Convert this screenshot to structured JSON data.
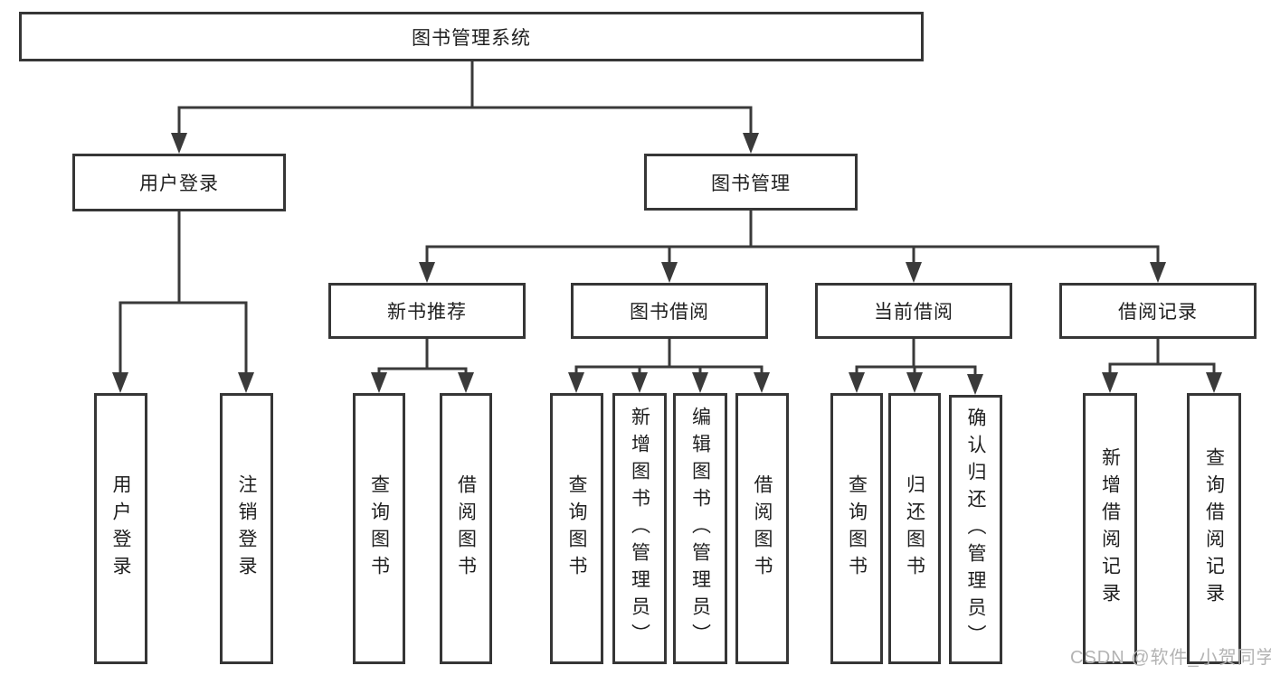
{
  "diagram": {
    "root": {
      "label": "图书管理系统"
    },
    "level2": [
      {
        "label": "用户登录",
        "children": [
          {
            "label": "用户登录"
          },
          {
            "label": "注销登录"
          }
        ]
      },
      {
        "label": "图书管理"
      }
    ],
    "level3": [
      {
        "label": "新书推荐",
        "children": [
          {
            "label": "查询图书"
          },
          {
            "label": "借阅图书"
          }
        ]
      },
      {
        "label": "图书借阅",
        "children": [
          {
            "label": "查询图书"
          },
          {
            "label": "新增图书（管理员）"
          },
          {
            "label": "编辑图书（管理员）"
          },
          {
            "label": "借阅图书"
          }
        ]
      },
      {
        "label": "当前借阅",
        "children": [
          {
            "label": "查询图书"
          },
          {
            "label": "归还图书"
          },
          {
            "label": "确认归还（管理员）"
          }
        ]
      },
      {
        "label": "借阅记录",
        "children": [
          {
            "label": "新增借阅记录"
          },
          {
            "label": "查询借阅记录"
          }
        ]
      }
    ],
    "watermark": "CSDN @软件_小贺同学",
    "colors": {
      "line": "#3a3a3a",
      "border": "#363636",
      "text": "#1f1f1f",
      "watermark": "#b3b3b3",
      "background": "#ffffff"
    }
  }
}
